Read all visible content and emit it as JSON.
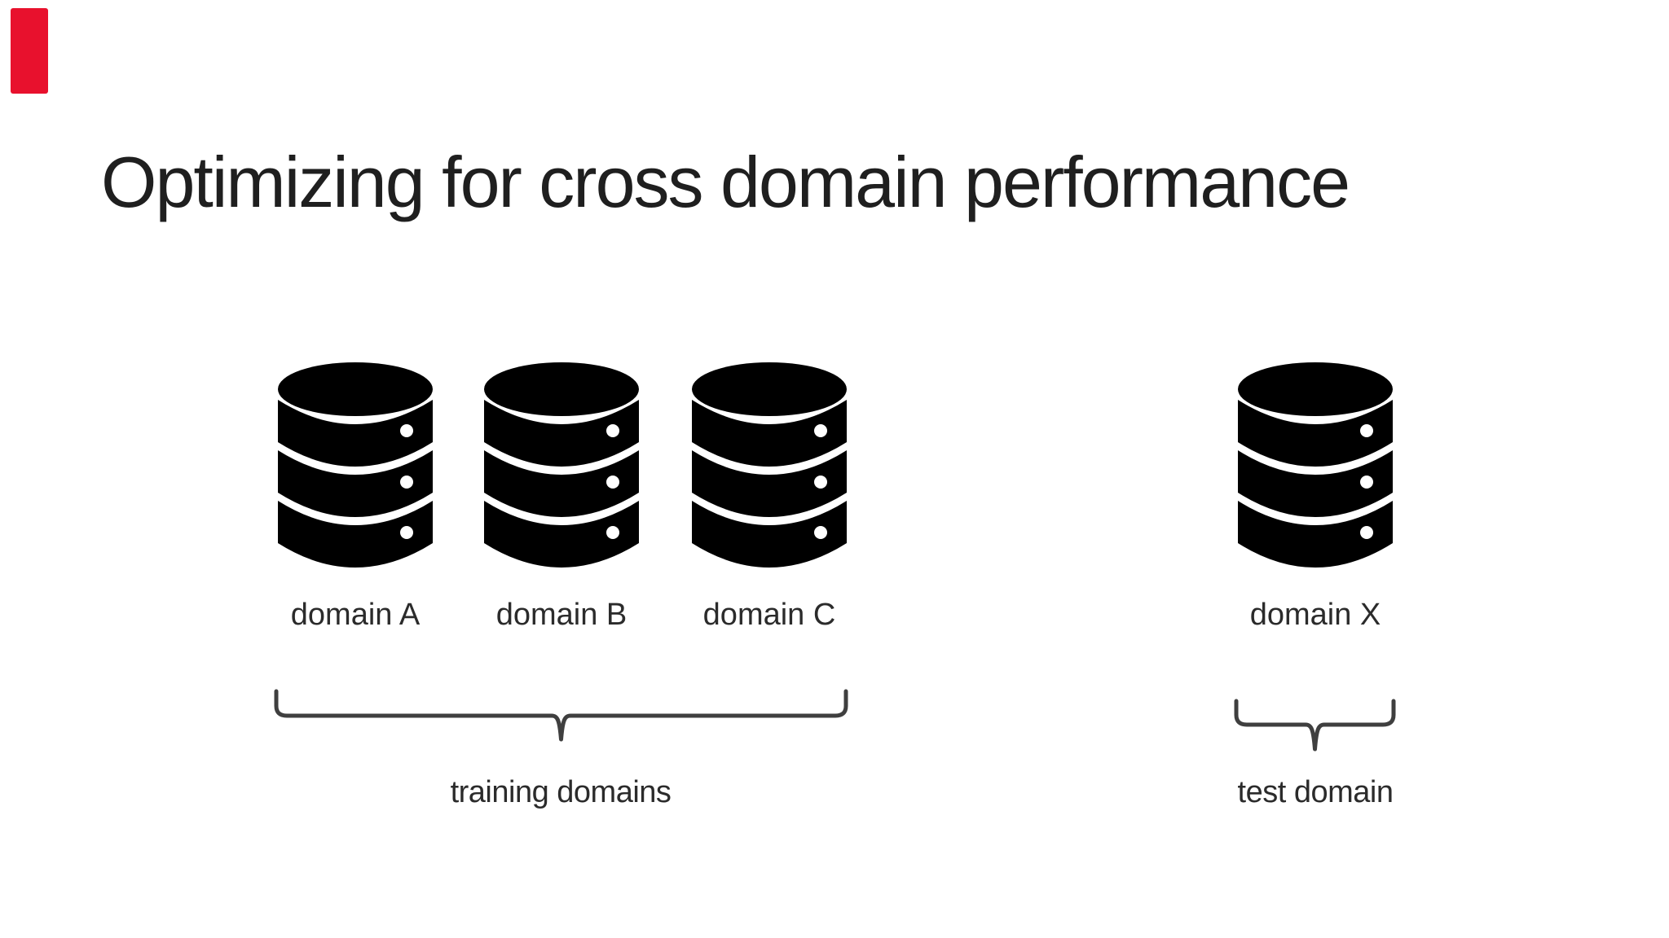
{
  "slide": {
    "title": "Optimizing for cross domain performance",
    "colors": {
      "background": "#ffffff",
      "title_text": "#1f1f1f",
      "label_text": "#2b2b2b",
      "icon": "#000000",
      "brace": "#3f3f3f",
      "accent_bar": "#e8112d"
    }
  },
  "training_group": {
    "caption": "training domains",
    "domains": [
      {
        "label": "domain A",
        "icon": "database-icon"
      },
      {
        "label": "domain B",
        "icon": "database-icon"
      },
      {
        "label": "domain C",
        "icon": "database-icon"
      }
    ]
  },
  "test_group": {
    "caption": "test domain",
    "domains": [
      {
        "label": "domain X",
        "icon": "database-icon"
      }
    ]
  }
}
